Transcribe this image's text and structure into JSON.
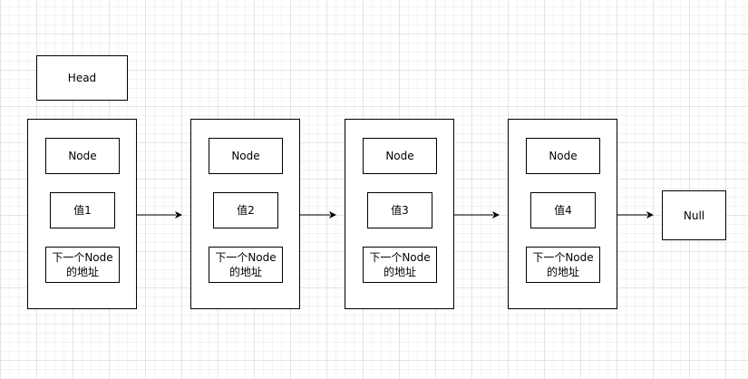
{
  "head": {
    "label": "Head"
  },
  "nodes": [
    {
      "label": "Node",
      "value": "值1",
      "next_line1": "下一个Node",
      "next_line2": "的地址"
    },
    {
      "label": "Node",
      "value": "值2",
      "next_line1": "下一个Node",
      "next_line2": "的地址"
    },
    {
      "label": "Node",
      "value": "值3",
      "next_line1": "下一个Node",
      "next_line2": "的地址"
    },
    {
      "label": "Node",
      "value": "值4",
      "next_line1": "下一个Node",
      "next_line2": "的地址"
    }
  ],
  "terminal": {
    "label": "Null"
  }
}
